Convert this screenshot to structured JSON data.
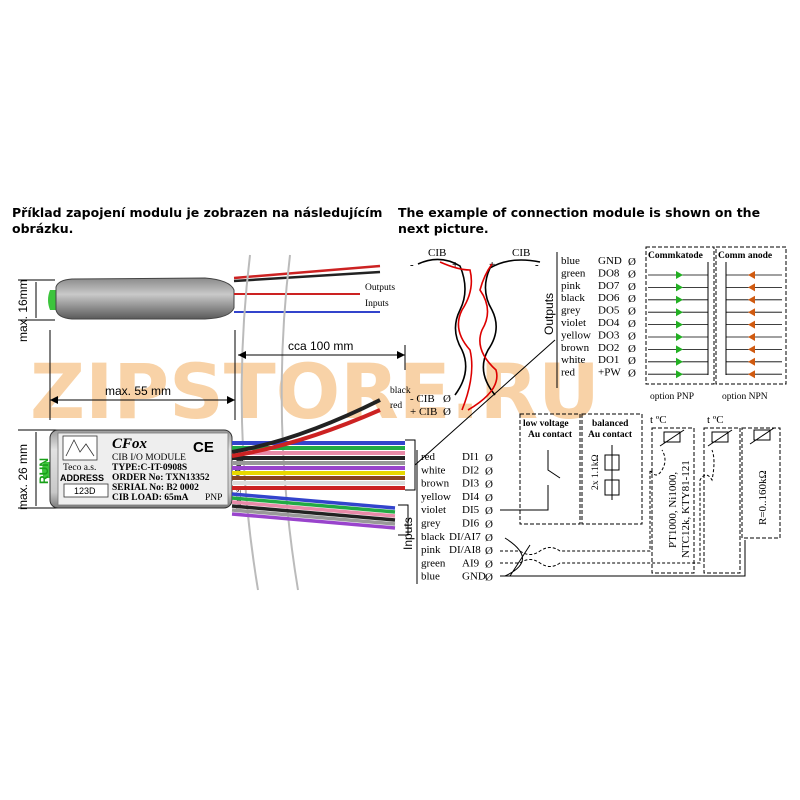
{
  "captions": {
    "czech": "Příklad zapojení modulu je zobrazen na následujícím obrázku.",
    "english": "The example of connection module is shown on the next picture."
  },
  "watermark": "ZIPSTORE.RU",
  "dimensions": {
    "height_small": "max. 16mm",
    "height_big": "max. 26 mm",
    "length": "max. 55 mm",
    "cable_length": "cca 100 mm"
  },
  "small_module": {
    "outputs_label": "Outputs",
    "inputs_label": "Inputs"
  },
  "module": {
    "run": "RUN",
    "brand": "CFox",
    "subtitle": "CIB I/O MODULE",
    "type": "TYPE:C-IT-0908S",
    "order": "ORDER No: TXN13352",
    "serial": "SERIAL No: B2 0002",
    "load": "CIB LOAD: 65mA",
    "pnp": "PNP",
    "ce": "CE",
    "maker": "Teco a.s.",
    "address_label": "ADDRESS",
    "address_value": "123D",
    "side_inputs": "Inputs",
    "side_outputs": "Outputs",
    "black_wire": "black",
    "red_wire": "red"
  },
  "cib": {
    "label_left": "CIB",
    "label_right": "CIB",
    "minus_terminal": "- CIB",
    "plus_terminal": "+ CIB",
    "minus": "-",
    "plus": "+"
  },
  "outputs": {
    "group_label": "Outputs",
    "rows": [
      {
        "color": "blue",
        "pin": "GND"
      },
      {
        "color": "green",
        "pin": "DO8"
      },
      {
        "color": "pink",
        "pin": "DO7"
      },
      {
        "color": "black",
        "pin": "DO6"
      },
      {
        "color": "grey",
        "pin": "DO5"
      },
      {
        "color": "violet",
        "pin": "DO4"
      },
      {
        "color": "yellow",
        "pin": "DO3"
      },
      {
        "color": "brown",
        "pin": "DO2"
      },
      {
        "color": "white",
        "pin": "DO1"
      },
      {
        "color": "red",
        "pin": "+PW"
      }
    ],
    "commkatode": "Commkatode",
    "commanode": "Comm anode",
    "option_pnp": "option PNP",
    "option_npn": "option NPN"
  },
  "inputs": {
    "group_label": "Inputs",
    "rows": [
      {
        "color": "red",
        "pin": "DI1"
      },
      {
        "color": "white",
        "pin": "DI2"
      },
      {
        "color": "brown",
        "pin": "DI3"
      },
      {
        "color": "yellow",
        "pin": "DI4"
      },
      {
        "color": "violet",
        "pin": "DI5"
      },
      {
        "color": "grey",
        "pin": "DI6"
      },
      {
        "color": "black",
        "pin": "DI/AI7"
      },
      {
        "color": "pink",
        "pin": "DI/AI8"
      },
      {
        "color": "green",
        "pin": "AI9"
      },
      {
        "color": "blue",
        "pin": "GND"
      }
    ],
    "low_voltage_1": "low voltage",
    "low_voltage_2": "Au contact",
    "balanced_1": "balanced",
    "balanced_2": "Au contact",
    "resistor": "2x 1.1kΩ",
    "temp1": "t ºC",
    "temp2": "t ºC",
    "sensors_1": "PT1000, Ni1000,",
    "sensors_2": "NTC12k, KTY81-121",
    "resistance": "R=0..160kΩ"
  }
}
